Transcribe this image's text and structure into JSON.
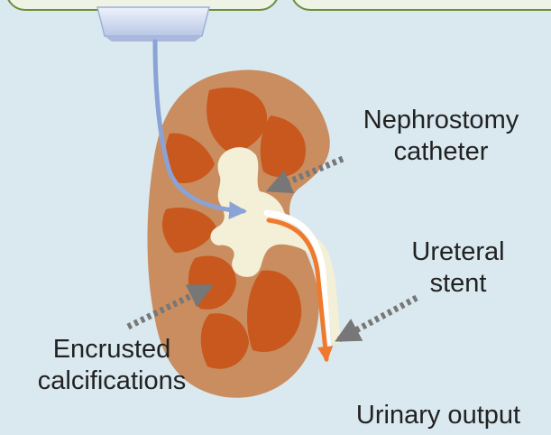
{
  "labels": {
    "nephrostomy": [
      "Nephrostomy",
      "catheter"
    ],
    "ureteral": [
      "Ureteral",
      "stent"
    ],
    "encrusted": [
      "Encrusted",
      "calcifications"
    ],
    "urinary_output": "Urinary output"
  },
  "colors": {
    "background": "#dae8ef",
    "kidney_cortex": "#c98d5f",
    "kidney_medulla": "#c8581e",
    "pelvis": "#f4efd7",
    "catheter": "#8aa2d6",
    "stent_flow": "#ef7a2e",
    "pointer": "#777777",
    "frame": "#6a8f3a"
  }
}
